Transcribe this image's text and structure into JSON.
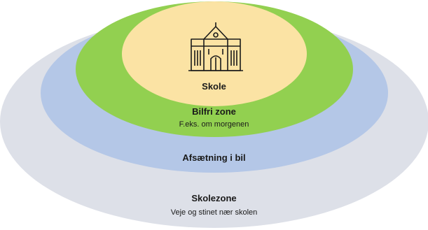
{
  "zones": [
    {
      "id": "skolezone",
      "title": "Skolezone",
      "subtitle": "Veje og stinet nær skolen",
      "color": "#dde0e8"
    },
    {
      "id": "afsaetning",
      "title": "Afsætning i bil",
      "subtitle": "",
      "color": "#b4c7e7"
    },
    {
      "id": "bilfri",
      "title": "Bilfri zone",
      "subtitle": "F.eks. om morgenen",
      "color": "#92d050"
    },
    {
      "id": "skole",
      "title": "Skole",
      "subtitle": "",
      "color": "#fbe3a4"
    }
  ],
  "icon": {
    "name": "school-building-icon",
    "stroke": "#1a1a1a"
  }
}
